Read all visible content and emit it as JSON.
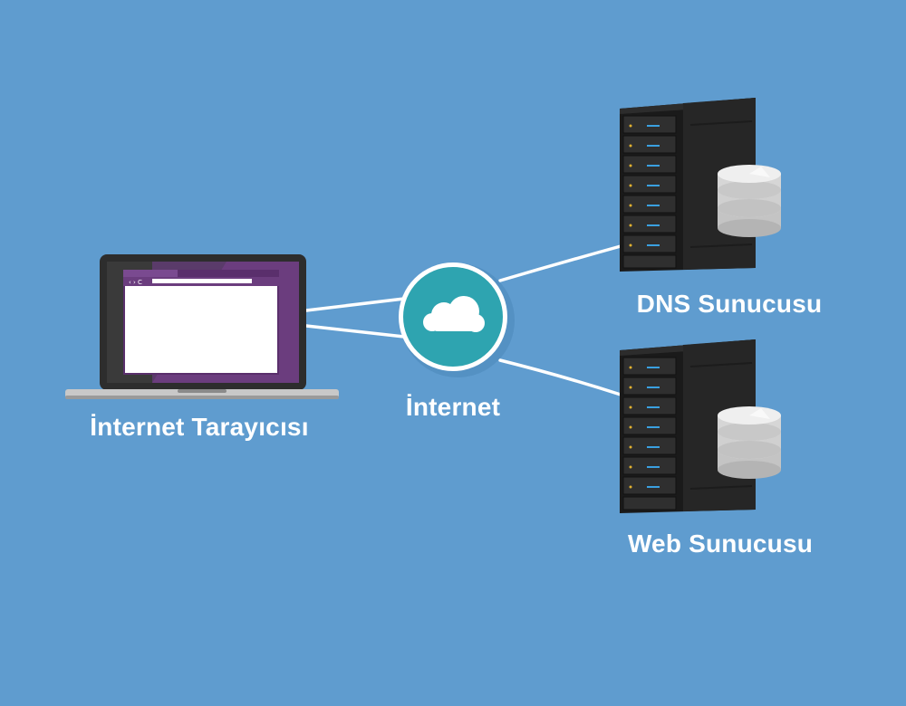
{
  "colors": {
    "background": "#5f9ccf",
    "link_line": "#ffffff",
    "cloud_circle": "#2ea4b0",
    "cloud": "#ffffff",
    "browser_frame": "#6b3d7e",
    "laptop_body": "#2d2d2d",
    "server_body": "#1e1e1e",
    "server_led": "#3aa0e0",
    "database_disk": "#d8d8d8"
  },
  "nodes": {
    "browser": {
      "label": "İnternet Tarayıcısı",
      "icon": "laptop-icon"
    },
    "internet": {
      "label": "İnternet",
      "icon": "cloud-icon"
    },
    "dns_server": {
      "label": "DNS Sunucusu",
      "icon": "server-icon"
    },
    "web_server": {
      "label": "Web Sunucusu",
      "icon": "server-icon"
    }
  },
  "edges": [
    {
      "from": "browser",
      "to": "internet"
    },
    {
      "from": "internet",
      "to": "dns_server"
    },
    {
      "from": "internet",
      "to": "web_server"
    }
  ]
}
